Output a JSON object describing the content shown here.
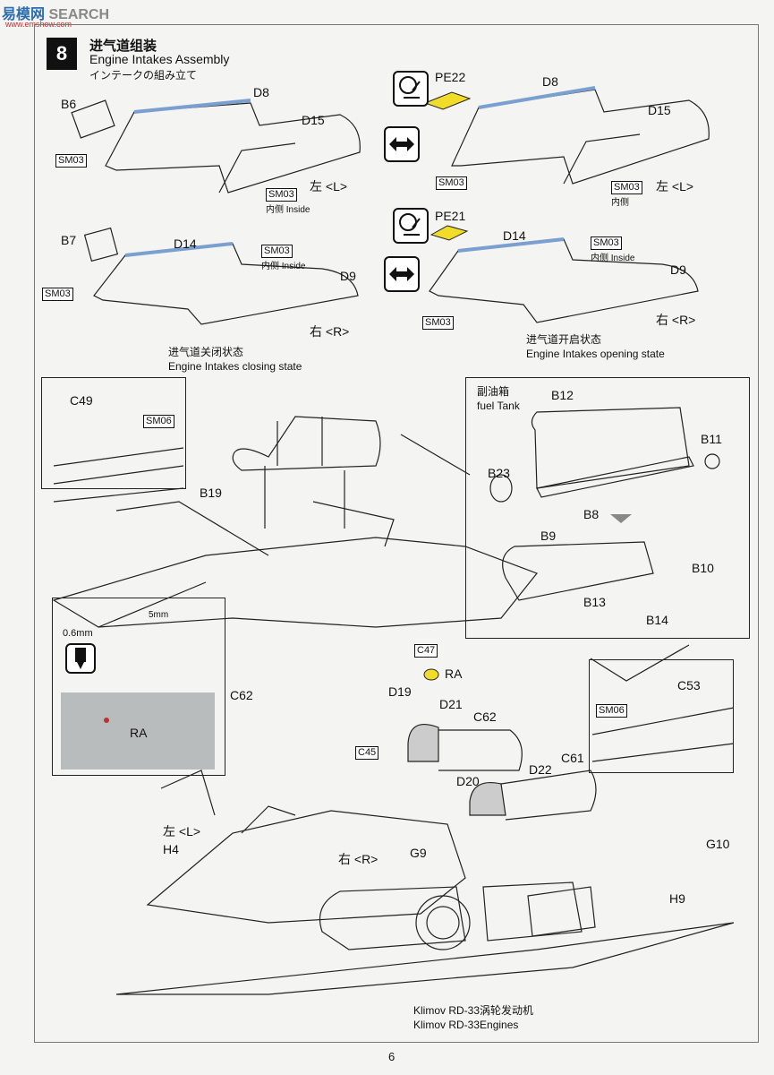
{
  "watermark": {
    "brand": "易模网",
    "search": "SEARCH",
    "url": "www.emshow.com"
  },
  "step": {
    "number": "8",
    "title_cn": "进气道组装",
    "title_en": "Engine Intakes Assembly",
    "title_jp": "インテークの組み立て"
  },
  "tags": {
    "sm03": "SM03",
    "sm06": "SM06",
    "c47": "C47",
    "c45": "C45"
  },
  "parts": {
    "b6": "B6",
    "d8": "D8",
    "d15": "D15",
    "b7": "B7",
    "d14": "D14",
    "d9": "D9",
    "pe22": "PE22",
    "pe21": "PE21",
    "c49": "C49",
    "b12": "B12",
    "b11": "B11",
    "b23": "B23",
    "b8": "B8",
    "b9": "B9",
    "b10": "B10",
    "b13": "B13",
    "b14": "B14",
    "b19": "B19",
    "c62": "C62",
    "ra": "RA",
    "d19": "D19",
    "d21": "D21",
    "c53": "C53",
    "d20": "D20",
    "d22": "D22",
    "c61": "C61",
    "h4": "H4",
    "g9": "G9",
    "g10": "G10",
    "h9": "H9"
  },
  "labels": {
    "left": "左 <L>",
    "right": "右 <R>",
    "inside": "内侧 Inside",
    "inside_cn": "内侧",
    "closing_cn": "进气道关闭状态",
    "closing_en": "Engine Intakes closing state",
    "opening_cn": "进气道开启状态",
    "opening_en": "Engine Intakes opening state",
    "fuel_tank_cn": "副油箱",
    "fuel_tank_en": "fuel Tank",
    "drill": "0.6mm",
    "dim": "5mm",
    "engine_cn": "Klimov RD-33涡轮发动机",
    "engine_en": "Klimov RD-33Engines"
  },
  "page_number": "6",
  "colors": {
    "blue_strip": "#7aa0d0",
    "yellow_pe": "#f2dc2a",
    "ink": "#111111"
  },
  "icons": [
    "paint-icon",
    "swap-arrows-icon",
    "drill-icon",
    "down-arrow-icon"
  ]
}
